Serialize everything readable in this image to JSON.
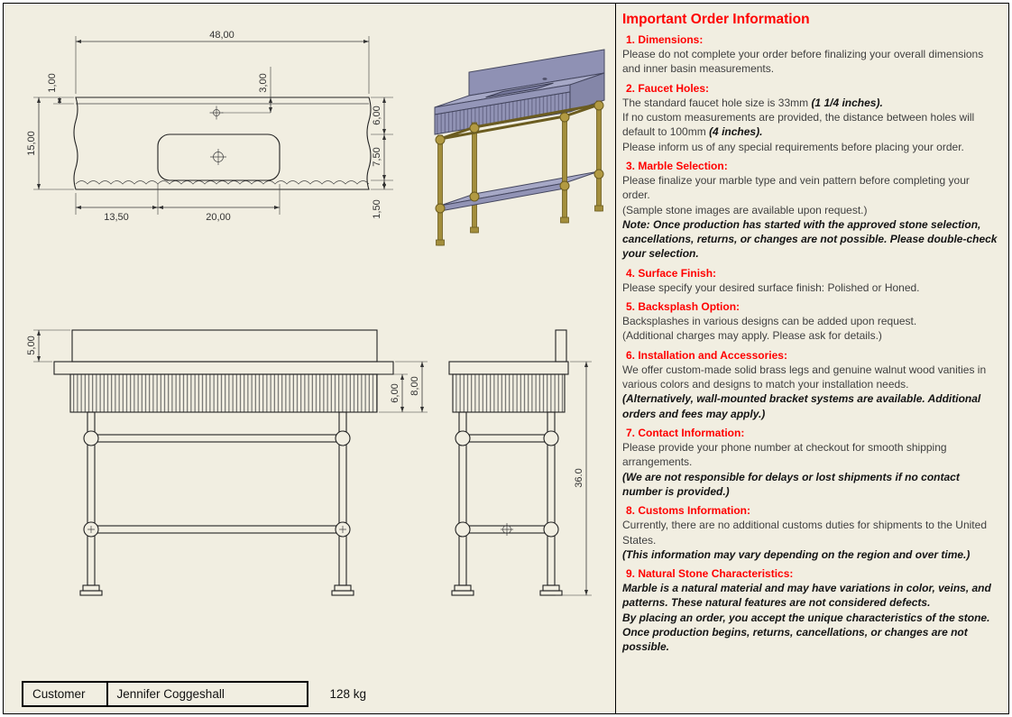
{
  "sheet": {
    "background": "#f1eee1",
    "accent_red": "#ff0000"
  },
  "views": {
    "top_view": {
      "dims": {
        "overall_width": "48,00",
        "top_edge": "1,00",
        "overall_depth": "15,00",
        "faucet_offset": "3,00",
        "right_top": "6,00",
        "basin_depth": "7,50",
        "right_bottom": "1,50",
        "left_to_basin": "13,50",
        "basin_width": "20,00"
      }
    },
    "front_view": {
      "dims": {
        "backsplash_height": "5,00",
        "apron_height": "6,00",
        "front_drop": "8,00"
      }
    },
    "side_view": {
      "dims": {
        "overall_height": "36.0"
      }
    }
  },
  "title_block": {
    "customer_label": "Customer",
    "customer_name": "Jennifer Coggeshall",
    "weight": "128 kg"
  },
  "info_panel": {
    "title": "Important Order Information",
    "sections": [
      {
        "heading": "1. Dimensions:",
        "paragraphs": [
          {
            "runs": [
              {
                "t": "Please do not complete your order before finalizing your overall dimensions and inner basin measurements.",
                "em": false
              }
            ]
          }
        ]
      },
      {
        "heading": "2. Faucet Holes:",
        "paragraphs": [
          {
            "runs": [
              {
                "t": "The standard faucet hole size is 33mm ",
                "em": false
              },
              {
                "t": "(1 1/4 inches).",
                "em": true
              }
            ]
          },
          {
            "runs": [
              {
                "t": "If no custom measurements are provided, the distance between holes will default to 100mm ",
                "em": false
              },
              {
                "t": "(4 inches).",
                "em": true
              }
            ]
          },
          {
            "runs": [
              {
                "t": "Please inform us of any special requirements before placing your order.",
                "em": false
              }
            ]
          }
        ]
      },
      {
        "heading": "3. Marble Selection:",
        "paragraphs": [
          {
            "runs": [
              {
                "t": "Please finalize your marble type and vein pattern before completing your order.",
                "em": false
              }
            ]
          },
          {
            "runs": [
              {
                "t": "(Sample stone images are available upon request.)",
                "em": false
              }
            ]
          },
          {
            "runs": [
              {
                "t": "Note: Once production has started with the approved stone selection, cancellations, returns, or changes are not possible. Please double-check your selection.",
                "em": true
              }
            ]
          }
        ]
      },
      {
        "heading": "4. Surface Finish:",
        "paragraphs": [
          {
            "runs": [
              {
                "t": "Please specify your desired surface finish: Polished or Honed.",
                "em": false
              }
            ]
          }
        ]
      },
      {
        "heading": "5. Backsplash Option:",
        "paragraphs": [
          {
            "runs": [
              {
                "t": "Backsplashes in various designs can be added upon request.",
                "em": false
              }
            ]
          },
          {
            "runs": [
              {
                "t": "(Additional charges may apply. Please ask for details.)",
                "em": false
              }
            ]
          }
        ]
      },
      {
        "heading": "6. Installation and Accessories:",
        "paragraphs": [
          {
            "runs": [
              {
                "t": "We offer custom-made solid brass legs and genuine walnut wood vanities in various colors and designs to match your installation needs.",
                "em": false
              }
            ]
          },
          {
            "runs": [
              {
                "t": "(Alternatively, wall-mounted bracket systems are available. Additional orders and fees may apply.)",
                "em": true
              }
            ]
          }
        ]
      },
      {
        "heading": "7. Contact Information:",
        "paragraphs": [
          {
            "runs": [
              {
                "t": "Please provide your phone number at checkout for smooth shipping arrangements.",
                "em": false
              }
            ]
          },
          {
            "runs": [
              {
                "t": "(We are not responsible for delays or lost shipments if no contact number is provided.)",
                "em": true
              }
            ]
          }
        ]
      },
      {
        "heading": "8. Customs Information:",
        "paragraphs": [
          {
            "runs": [
              {
                "t": "Currently, there are no additional customs duties for shipments to the United States.",
                "em": false
              }
            ]
          },
          {
            "runs": [
              {
                "t": "(This information may vary depending on the region and over time.)",
                "em": true
              }
            ]
          }
        ]
      },
      {
        "heading": "9. Natural Stone Characteristics:",
        "paragraphs": [
          {
            "runs": [
              {
                "t": "Marble is a natural material and may have variations in color, veins, and patterns. These natural features are not considered defects.",
                "em": true
              }
            ]
          },
          {
            "runs": [
              {
                "t": "By placing an order, you accept the unique characteristics of the stone. Once production begins, returns, cancellations, or changes are not possible.",
                "em": true
              }
            ]
          }
        ]
      }
    ]
  }
}
